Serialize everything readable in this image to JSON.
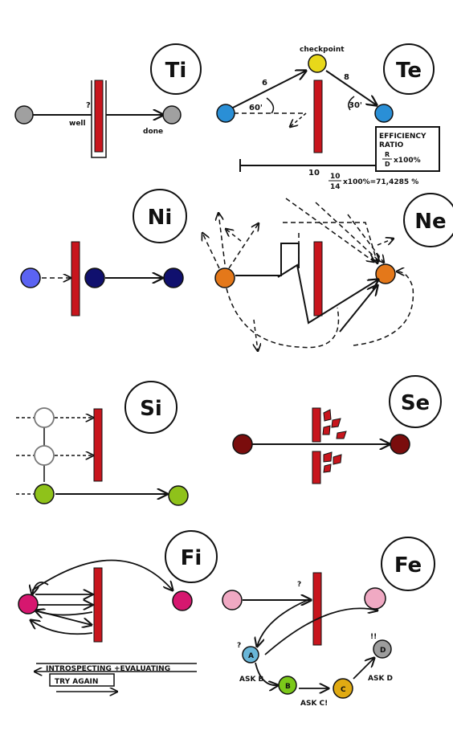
{
  "titles": {
    "ti": "Ti",
    "te": "Te",
    "ni": "Ni",
    "ne": "Ne",
    "si": "Si",
    "se": "Se",
    "fi": "Fi",
    "fe": "Fe"
  },
  "ti": {
    "well": "well",
    "question": "?",
    "done": "done"
  },
  "te": {
    "checkpoint": "checkpoint",
    "seg1": "6",
    "seg2": "8",
    "angle1": "60'",
    "angle2": "30'",
    "base": "10",
    "box_line1": "EFFICIENCY",
    "box_line2": "RATIO",
    "frac_num": "R",
    "frac_den": "D",
    "frac_tail": "x100%",
    "calc_num": "10",
    "calc_den": "14",
    "calc_tail": "x100%=71,4285 %"
  },
  "fi": {
    "introspecting": "INTROSPECTING +EVALUATING",
    "try_again": "TRY AGAIN"
  },
  "fe": {
    "question_top": "?",
    "question_a": "?",
    "exclaim": "!!",
    "node_a": "A",
    "node_b": "B",
    "node_c": "C",
    "node_d": "D",
    "ask_b": "ASK B",
    "ask_c": "ASK C!",
    "ask_d": "ASK D"
  },
  "colors": {
    "wall": "#c8151d",
    "ti": "#a0a0a0",
    "te_node": "#2a8fd6",
    "te_checkpoint": "#e8d81a",
    "ni_start": "#5b63f2",
    "ni_node": "#10106e",
    "ne": "#e4781a",
    "si": "#8fc21a",
    "se": "#7a0d0d",
    "fi": "#d6176f",
    "fe": "#f0a9c3",
    "fe_a": "#69b6d8",
    "fe_b": "#7bc81a",
    "fe_c": "#e0aa12",
    "fe_d": "#9d9d9d"
  }
}
